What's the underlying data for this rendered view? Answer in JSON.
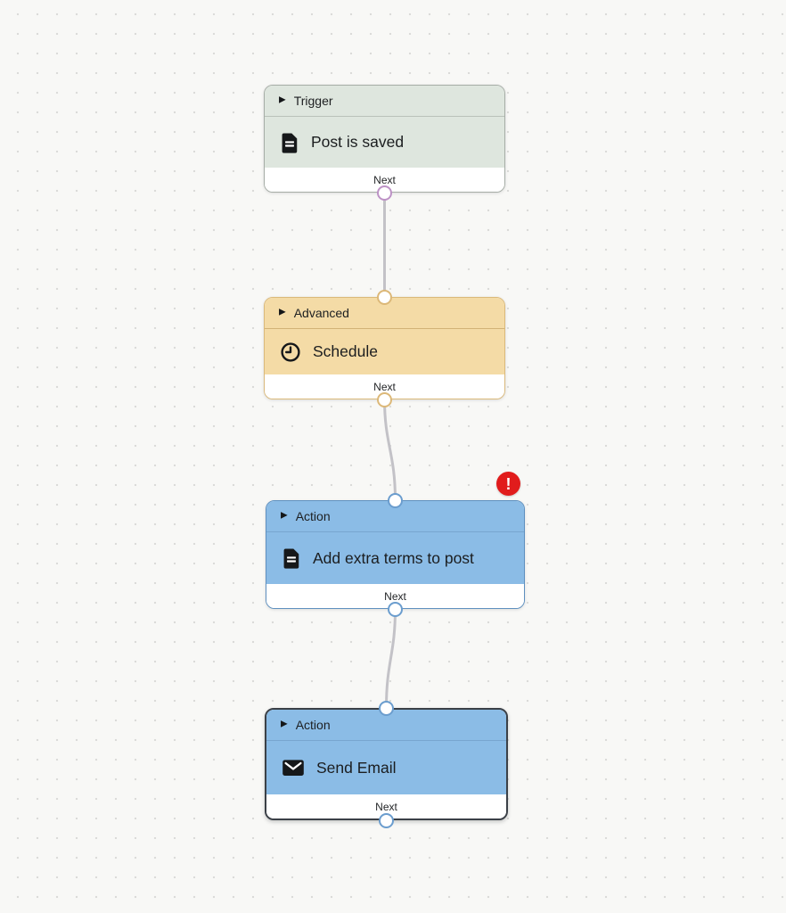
{
  "canvas": {
    "background": "#f8f8f6",
    "dot_color": "#dbdbd9",
    "edge_color": "#c3c2c7"
  },
  "ui": {
    "expand_arrow_glyph": "▶"
  },
  "error_badge": {
    "symbol": "!",
    "background": "#e11c1c",
    "color": "#ffffff"
  },
  "nodes": [
    {
      "type": "Trigger",
      "title": "Post is saved",
      "icon": "document-icon",
      "next_label": "Next",
      "has_error": false,
      "selected": false,
      "colors": {
        "fill": "#dee6de",
        "border": "#a6ada6",
        "divider": "#b9c1b9",
        "port": "#bd92c6"
      }
    },
    {
      "type": "Advanced",
      "title": "Schedule",
      "icon": "clock-icon",
      "next_label": "Next",
      "has_error": false,
      "selected": false,
      "colors": {
        "fill": "#f4dba6",
        "border": "#dab97b",
        "divider": "#d2b277",
        "port": "#dcb878"
      }
    },
    {
      "type": "Action",
      "title": "Add extra terms to post",
      "icon": "document-icon",
      "next_label": "Next",
      "has_error": true,
      "selected": false,
      "colors": {
        "fill": "#8bbce6",
        "border": "#5e90bf",
        "divider": "#78a6d0",
        "port": "#6b9dce"
      }
    },
    {
      "type": "Action",
      "title": "Send Email",
      "icon": "envelope-icon",
      "next_label": "Next",
      "has_error": false,
      "selected": true,
      "colors": {
        "fill": "#8bbce6",
        "border": "#3b4047",
        "divider": "#78a6d0",
        "port": "#6b9dce"
      }
    }
  ]
}
